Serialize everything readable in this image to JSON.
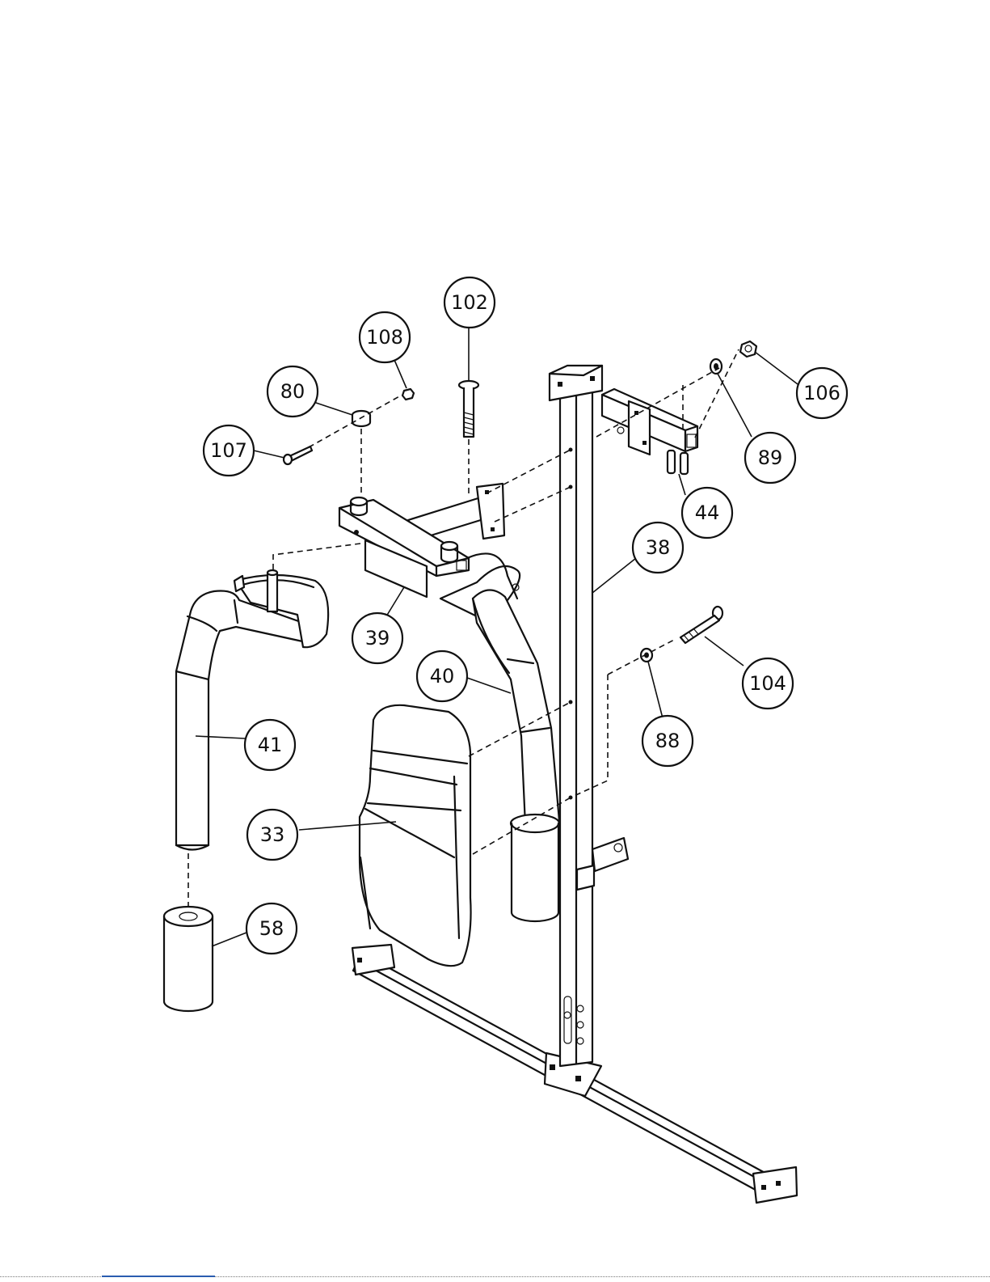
{
  "callouts": [
    {
      "label": "102"
    },
    {
      "label": "108"
    },
    {
      "label": "80"
    },
    {
      "label": "107"
    },
    {
      "label": "106"
    },
    {
      "label": "89"
    },
    {
      "label": "44"
    },
    {
      "label": "38"
    },
    {
      "label": "39"
    },
    {
      "label": "40"
    },
    {
      "label": "104"
    },
    {
      "label": "88"
    },
    {
      "label": "41"
    },
    {
      "label": "33"
    },
    {
      "label": "58"
    }
  ]
}
